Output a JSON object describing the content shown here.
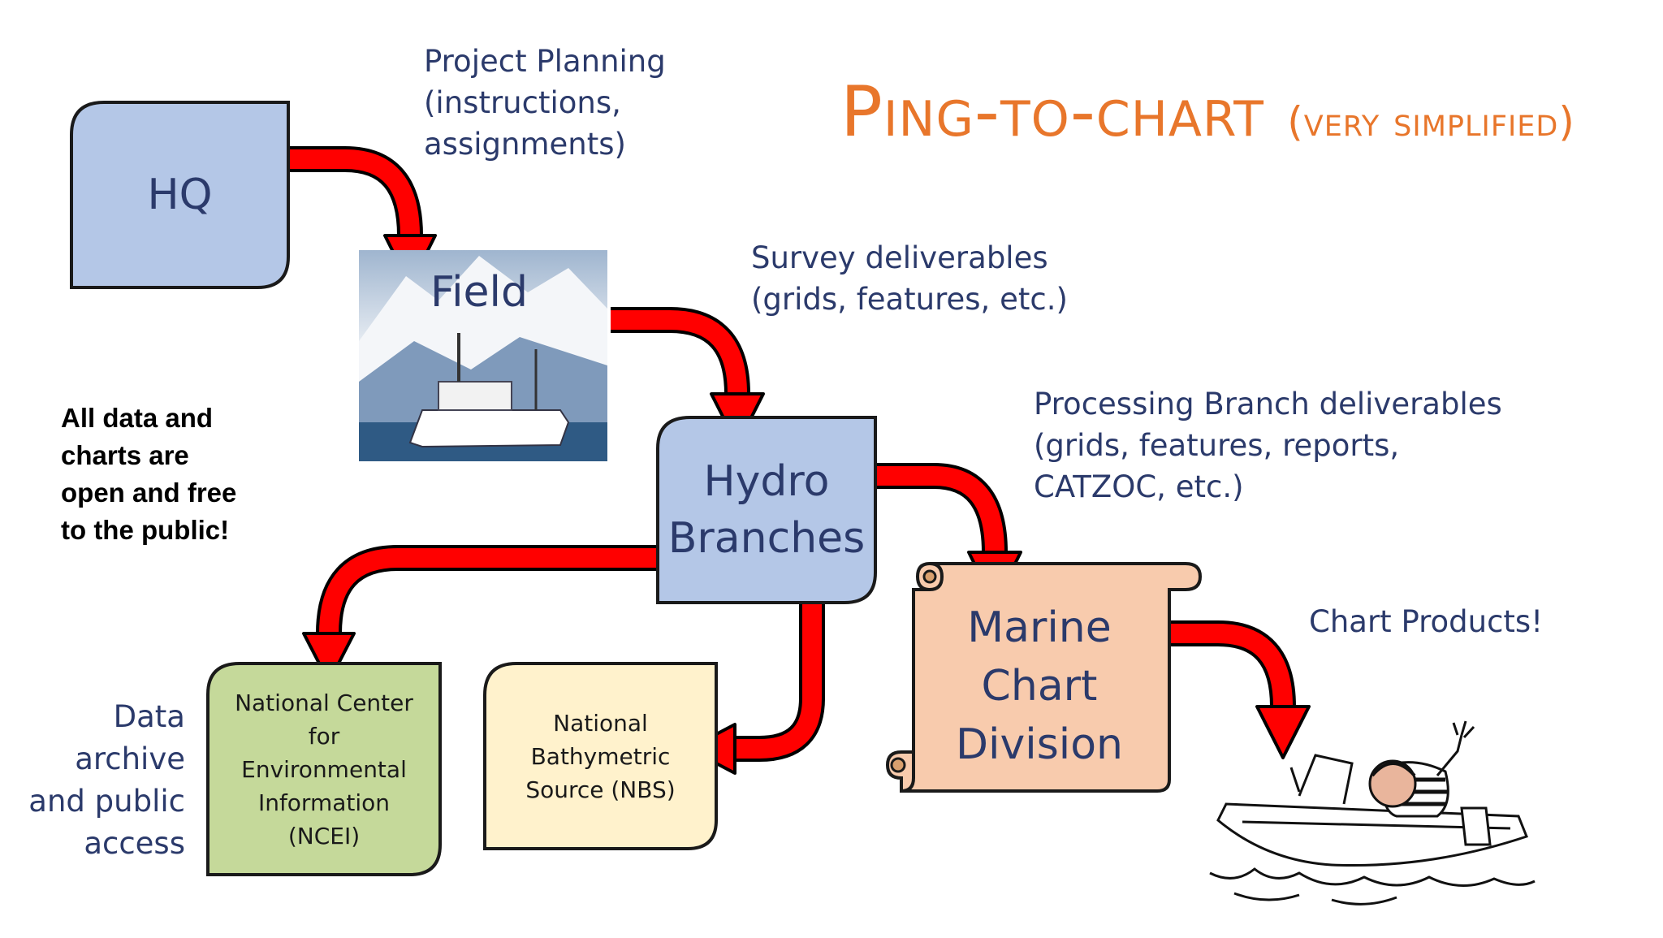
{
  "title": {
    "main": "Ping-to-chart",
    "sub": "(very simplified)"
  },
  "nodes": {
    "hq": "HQ",
    "field": "Field",
    "hydro": "Hydro\nBranches",
    "mcd": "Marine\nChart\nDivision",
    "ncei": "National Center\nfor\nEnvironmental\nInformation\n(NCEI)",
    "nbs": "National\nBathymetric\nSource (NBS)"
  },
  "annotations": {
    "project_planning": "Project Planning\n(instructions,\nassignments)",
    "survey_deliverables": "Survey deliverables\n(grids, features, etc.)",
    "processing_deliverables": "Processing Branch deliverables\n(grids, features, reports,\nCATZOC, etc.)",
    "chart_products": "Chart Products!",
    "data_archive": "Data archive\nand public\naccess",
    "open_free": "All data and\ncharts are\nopen and free\nto the public!"
  },
  "colors": {
    "arrow": "#ff0000",
    "title": "#e8762b",
    "label": "#2b3a6b",
    "blue_box": "#b4c7e7",
    "green_box": "#c5d99a",
    "cream_box": "#fff2cc",
    "orange_scroll": "#f8cbad"
  },
  "icons": {
    "field_photo": "ship-mountain-photo",
    "cartoon": "boater-cartoon-icon"
  }
}
